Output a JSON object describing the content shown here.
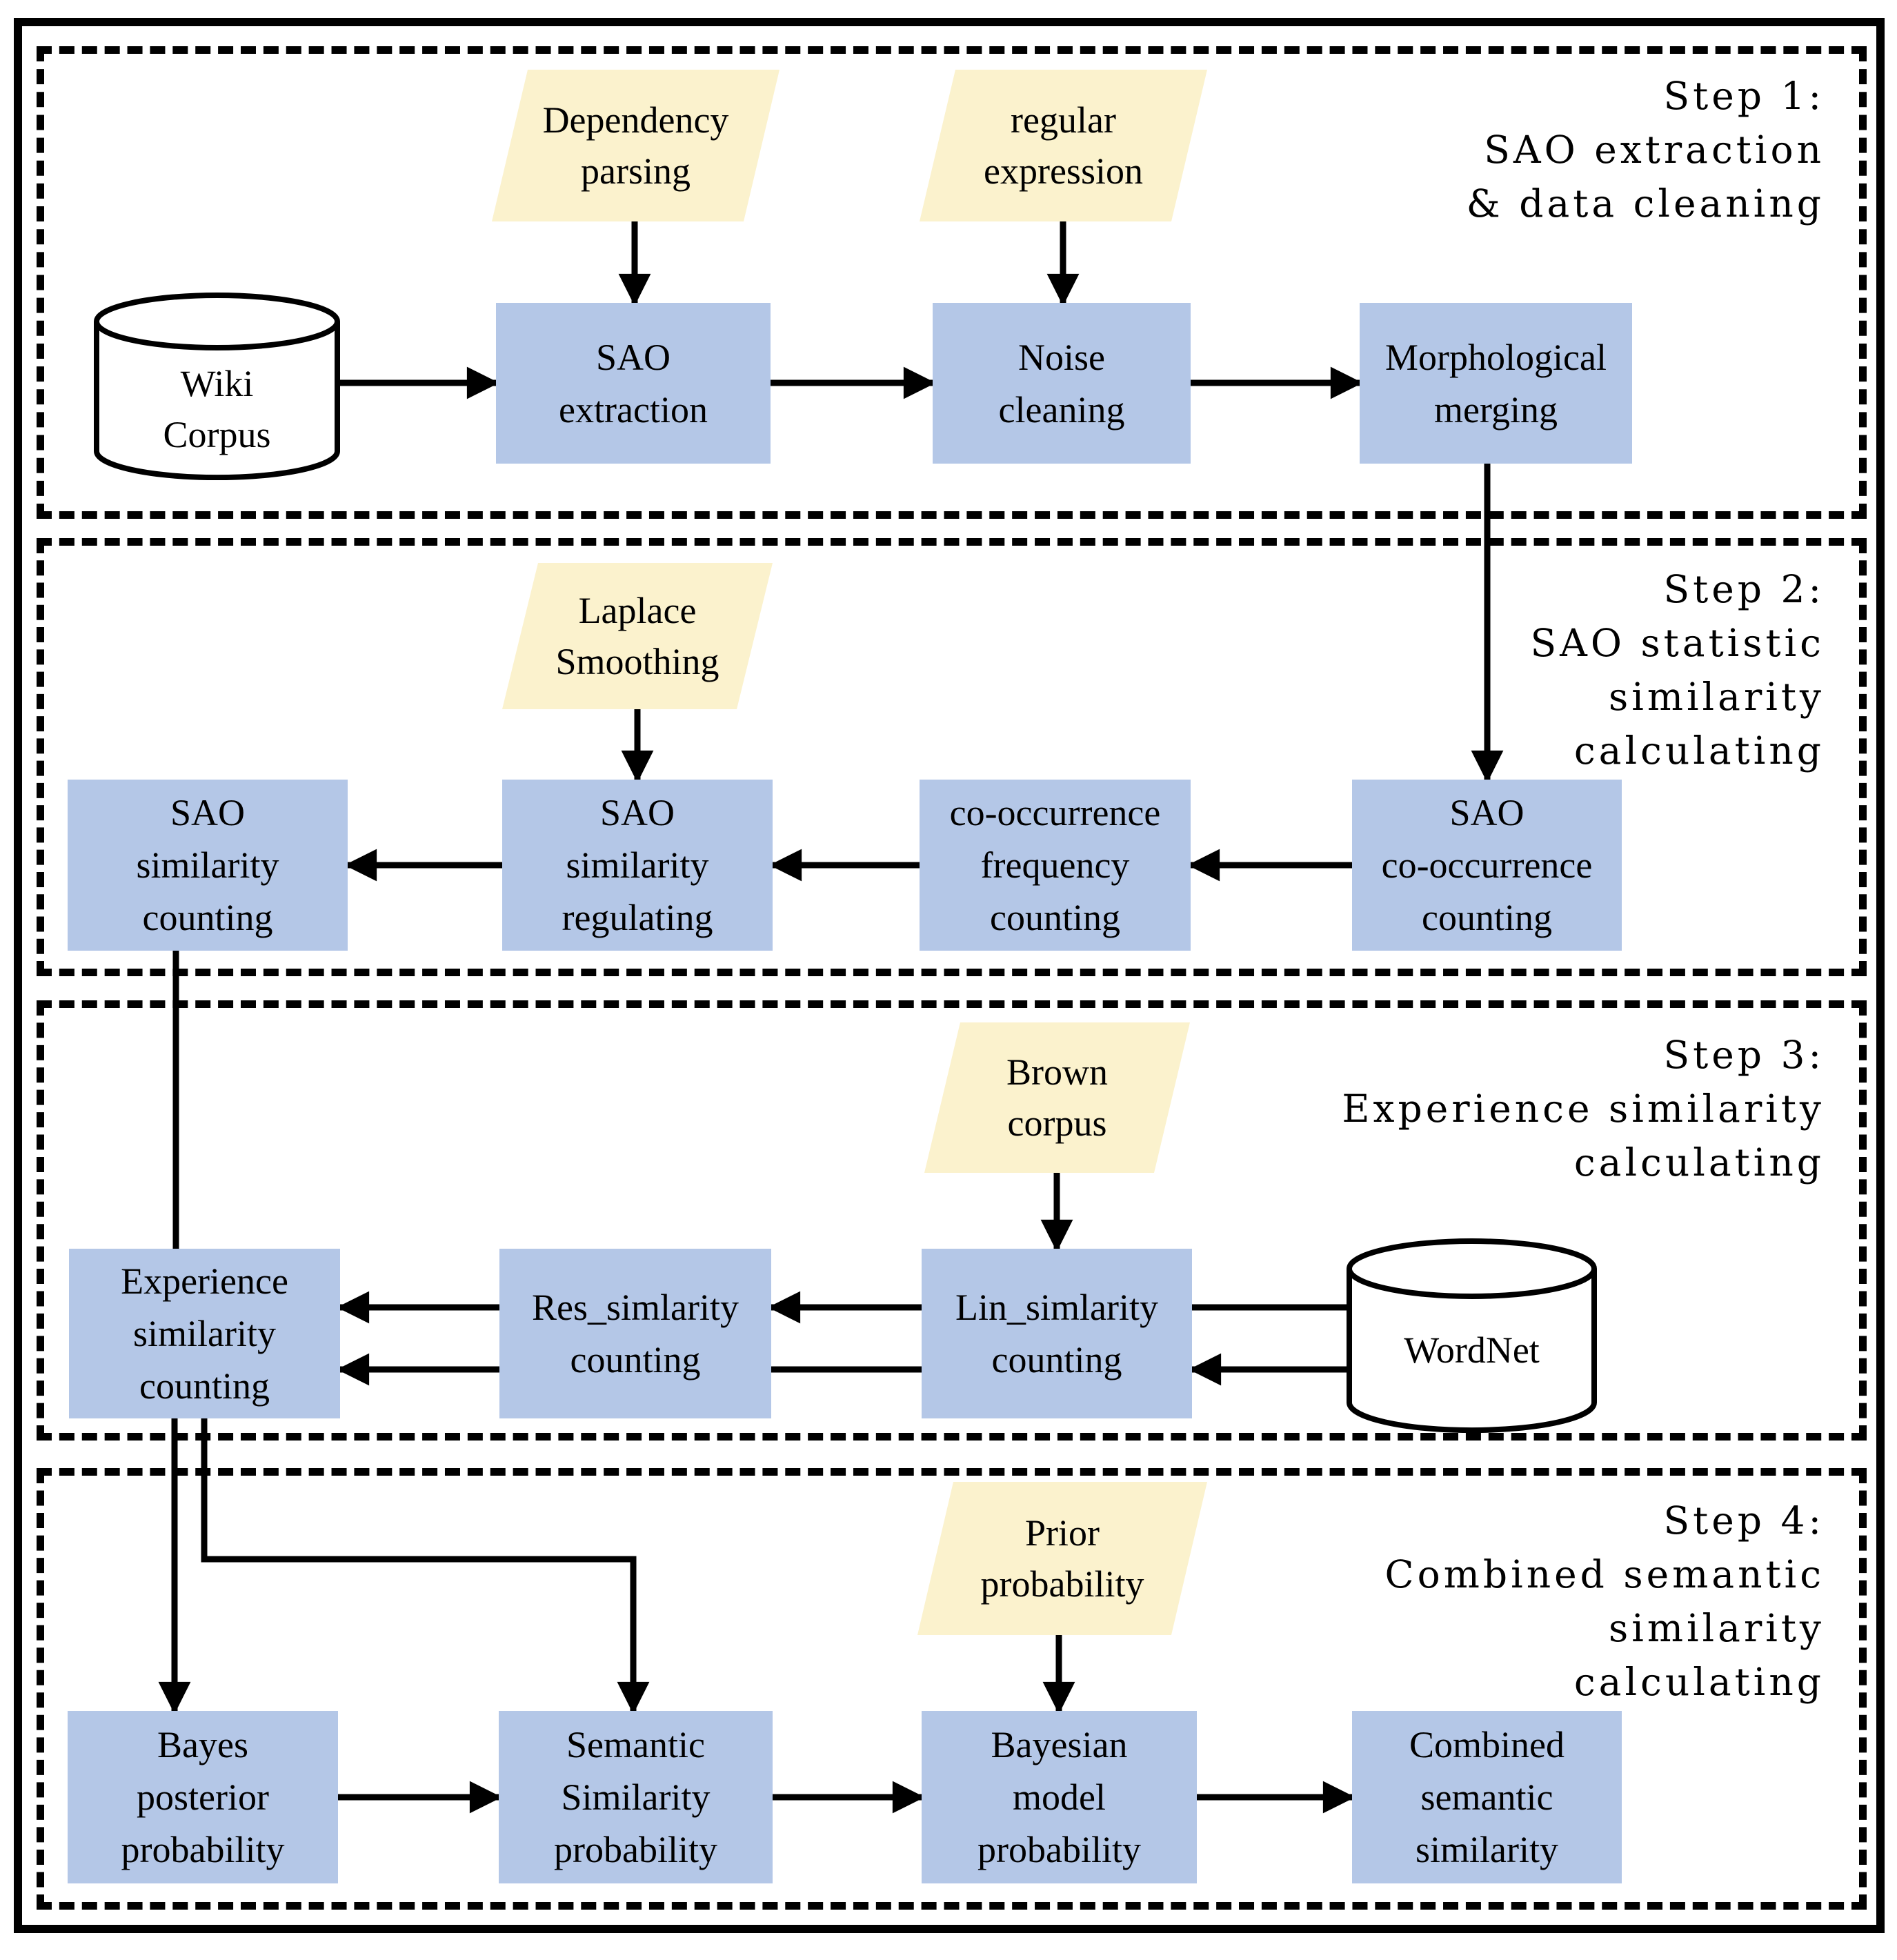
{
  "diagram": {
    "type": "flowchart",
    "colors": {
      "process_fill": "#b4c7e7",
      "input_fill": "#fbf2cd",
      "line": "#000000",
      "background": "#ffffff"
    },
    "steps": [
      {
        "label": "Step 1:\nSAO extraction\n& data cleaning"
      },
      {
        "label": "Step 2:\nSAO statistic\nsimilarity\ncalculating"
      },
      {
        "label": "Step 3:\nExperience similarity\ncalculating"
      },
      {
        "label": "Step 4:\nCombined semantic\nsimilarity\ncalculating"
      }
    ],
    "nodes": {
      "wiki_corpus": "Wiki\nCorpus",
      "dependency_parsing": "Dependency\nparsing",
      "regular_expression": "regular\nexpression",
      "sao_extraction": "SAO\nextraction",
      "noise_cleaning": "Noise\ncleaning",
      "morphological_merging": "Morphological\nmerging",
      "laplace_smoothing": "Laplace\nSmoothing",
      "sao_similarity_counting": "SAO\nsimilarity\ncounting",
      "sao_similarity_regulating": "SAO\nsimilarity\nregulating",
      "cooccurrence_frequency_counting": "co-occurrence\nfrequency\ncounting",
      "sao_cooccurrence_counting": "SAO\nco-occurrence\ncounting",
      "brown_corpus": "Brown\ncorpus",
      "experience_similarity_counting": "Experience\nsimilarity\ncounting",
      "res_simlarity_counting": "Res_simlarity\ncounting",
      "lin_simlarity_counting": "Lin_simlarity\ncounting",
      "wordnet": "WordNet",
      "prior_probability": "Prior\nprobability",
      "bayes_posterior_probability": "Bayes\nposterior\nprobability",
      "semantic_similarity_probability": "Semantic\nSimilarity\nprobability",
      "bayesian_model_probability": "Bayesian\nmodel\nprobability",
      "combined_semantic_similarity": "Combined\nsemantic\nsimilarity"
    },
    "edges": [
      {
        "from": "wiki_corpus",
        "to": "sao_extraction",
        "arrow": true
      },
      {
        "from": "dependency_parsing",
        "to": "sao_extraction",
        "arrow": true
      },
      {
        "from": "regular_expression",
        "to": "noise_cleaning",
        "arrow": true
      },
      {
        "from": "sao_extraction",
        "to": "noise_cleaning",
        "arrow": true
      },
      {
        "from": "noise_cleaning",
        "to": "morphological_merging",
        "arrow": true
      },
      {
        "from": "morphological_merging",
        "to": "sao_cooccurrence_counting",
        "arrow": true
      },
      {
        "from": "sao_cooccurrence_counting",
        "to": "cooccurrence_frequency_counting",
        "arrow": true
      },
      {
        "from": "cooccurrence_frequency_counting",
        "to": "sao_similarity_regulating",
        "arrow": true
      },
      {
        "from": "laplace_smoothing",
        "to": "sao_similarity_regulating",
        "arrow": true
      },
      {
        "from": "sao_similarity_regulating",
        "to": "sao_similarity_counting",
        "arrow": true
      },
      {
        "from": "sao_similarity_counting",
        "to": "experience_similarity_counting",
        "arrow": false
      },
      {
        "from": "brown_corpus",
        "to": "lin_simlarity_counting",
        "arrow": true
      },
      {
        "from": "lin_simlarity_counting",
        "to": "res_simlarity_counting",
        "arrow": true
      },
      {
        "from": "lin_simlarity_counting",
        "to": "wordnet",
        "arrow": false
      },
      {
        "from": "wordnet",
        "to": "lin_simlarity_counting",
        "arrow": true
      },
      {
        "from": "res_simlarity_counting",
        "to": "experience_similarity_counting",
        "arrow": true
      },
      {
        "from": "lin_simlarity_counting",
        "to": "experience_similarity_counting",
        "arrow": true
      },
      {
        "from": "experience_similarity_counting",
        "to": "bayes_posterior_probability",
        "arrow": true
      },
      {
        "from": "experience_similarity_counting",
        "to": "semantic_similarity_probability",
        "arrow": true
      },
      {
        "from": "bayes_posterior_probability",
        "to": "semantic_similarity_probability",
        "arrow": true
      },
      {
        "from": "semantic_similarity_probability",
        "to": "bayesian_model_probability",
        "arrow": true
      },
      {
        "from": "prior_probability",
        "to": "bayesian_model_probability",
        "arrow": true
      },
      {
        "from": "bayesian_model_probability",
        "to": "combined_semantic_similarity",
        "arrow": true
      }
    ]
  }
}
